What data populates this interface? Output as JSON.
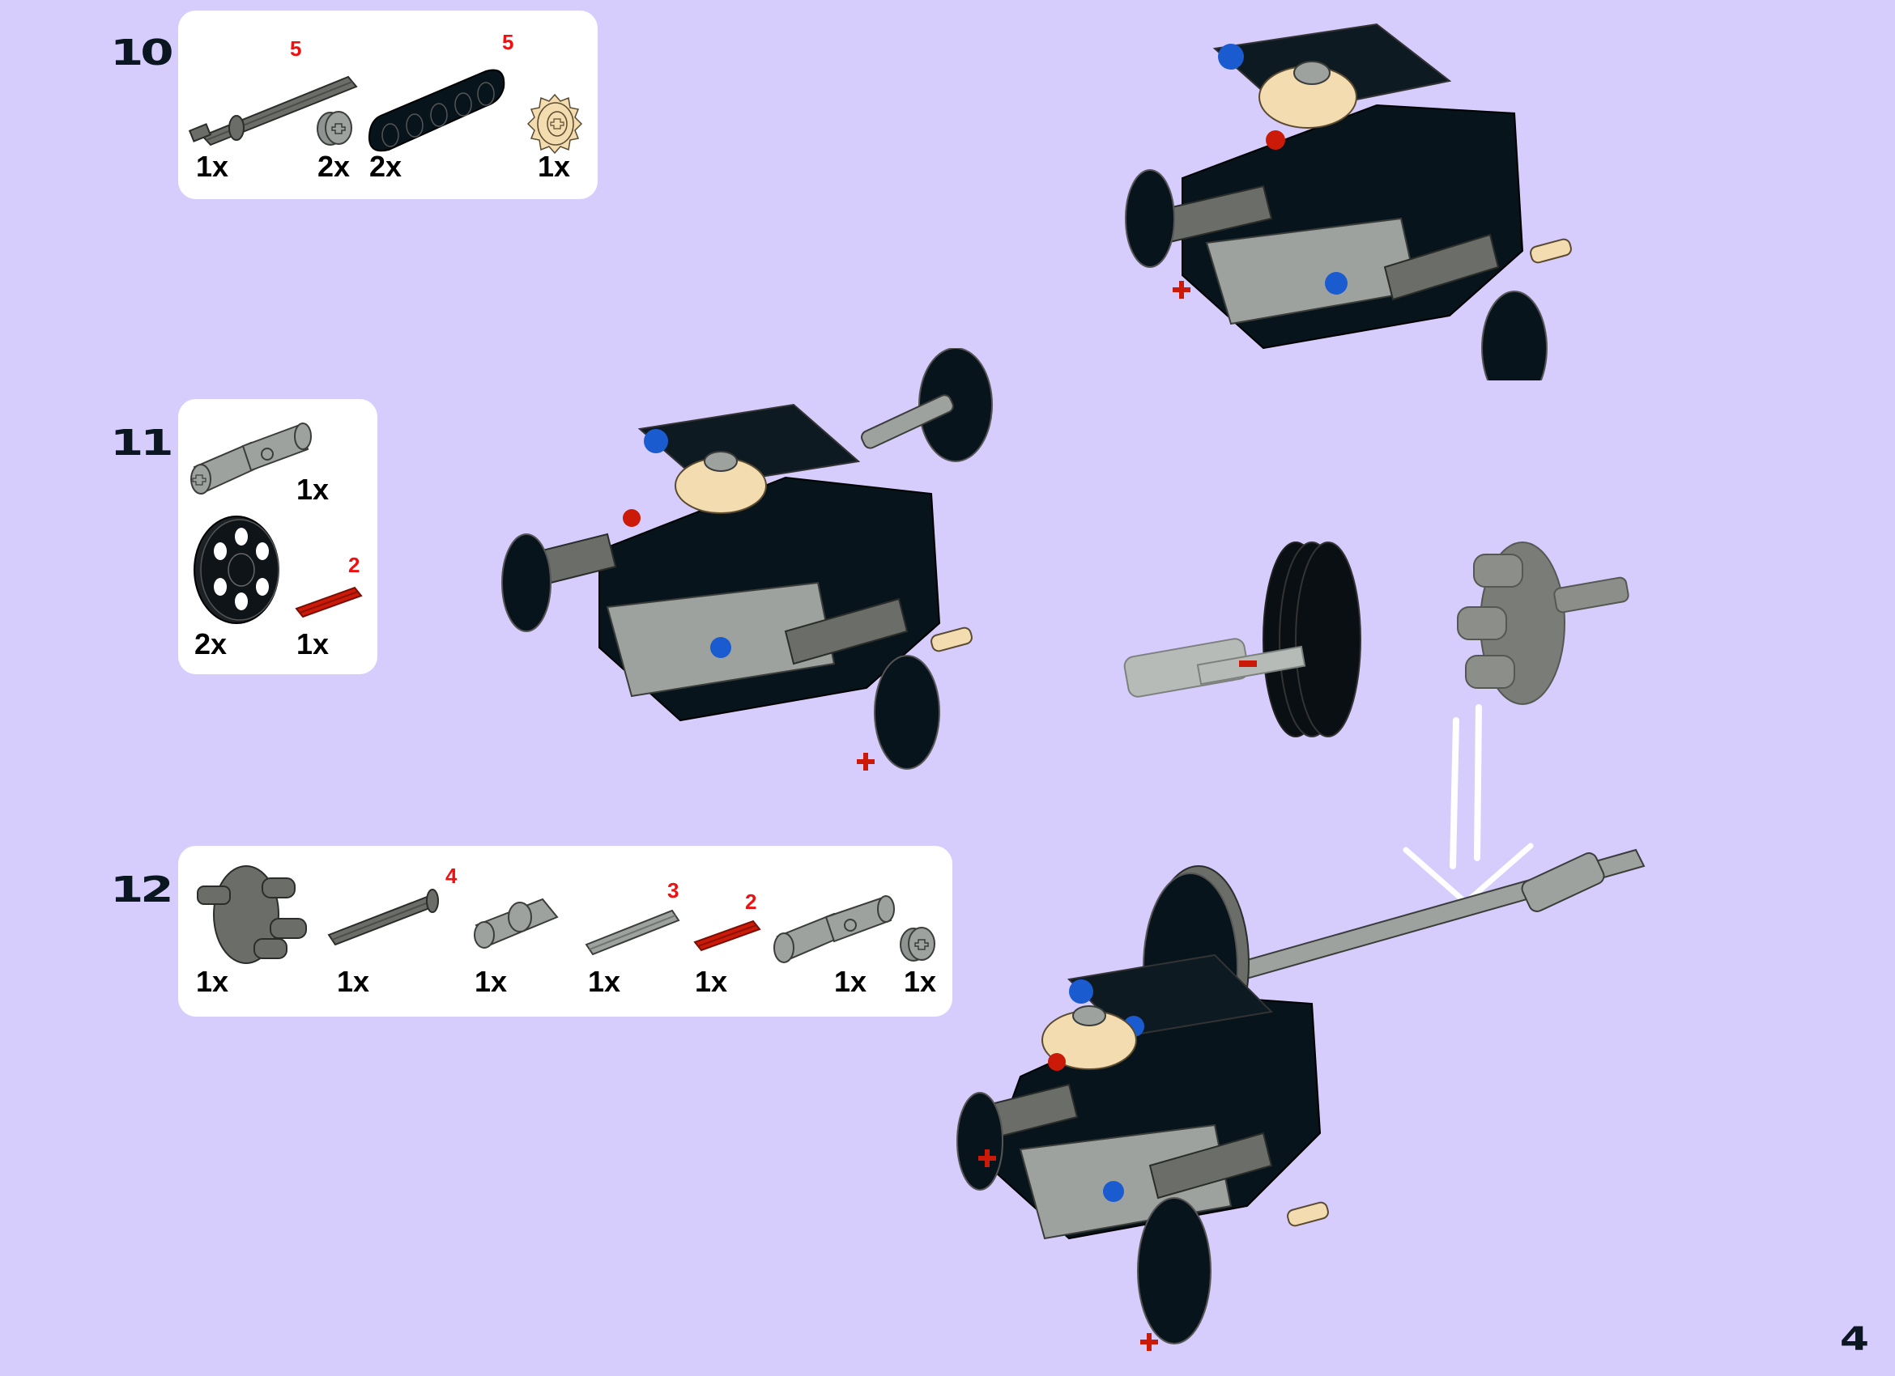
{
  "page": {
    "background": "#d6cdfd",
    "page_number": "4"
  },
  "colors": {
    "black_part": "#08141c",
    "dark_gray_part": "#6b6e68",
    "light_gray_part": "#9da29f",
    "tan_part": "#f2dcb0",
    "red_part": "#cc1a08",
    "blue_part": "#1b5bd0",
    "length_label": "#ee1111"
  },
  "steps": [
    {
      "number": "10",
      "parts": [
        {
          "name": "axle-with-stop",
          "color": "dark-gray",
          "length": "5",
          "qty": "1x"
        },
        {
          "name": "bush-half",
          "color": "light-gray",
          "qty": "2x"
        },
        {
          "name": "beam",
          "color": "black",
          "length": "5",
          "qty": "2x"
        },
        {
          "name": "gear-12-tooth-bevel",
          "color": "tan",
          "qty": "1x"
        }
      ]
    },
    {
      "number": "11",
      "parts": [
        {
          "name": "universal-joint",
          "color": "light-gray",
          "qty": "1x"
        },
        {
          "name": "wedge-belt-wheel",
          "color": "black",
          "qty": "2x"
        },
        {
          "name": "axle",
          "color": "red",
          "length": "2",
          "qty": "1x"
        }
      ]
    },
    {
      "number": "12",
      "parts": [
        {
          "name": "engine-fan-hub",
          "color": "dark-gray",
          "qty": "1x"
        },
        {
          "name": "axle-with-stop",
          "color": "dark-gray",
          "length": "4",
          "qty": "1x"
        },
        {
          "name": "axle-pin-connector-perpendicular",
          "color": "light-gray",
          "qty": "1x"
        },
        {
          "name": "axle",
          "color": "light-gray",
          "length": "3",
          "qty": "1x"
        },
        {
          "name": "axle",
          "color": "red",
          "length": "2",
          "qty": "1x"
        },
        {
          "name": "universal-joint",
          "color": "light-gray",
          "qty": "1x"
        },
        {
          "name": "bush-half",
          "color": "light-gray",
          "qty": "1x"
        }
      ]
    }
  ],
  "assemblies": {
    "step10_model": "chassis-with-bevel-gears",
    "step11_model": "chassis-with-wheel-driveshaft",
    "step12_subassembly": "wheel-and-fan-hub-exploded",
    "step12_model": "chassis-with-driveshaft-and-fan"
  },
  "arrow": {
    "icon": "double-down-arrow-icon",
    "color": "#ffffff"
  }
}
